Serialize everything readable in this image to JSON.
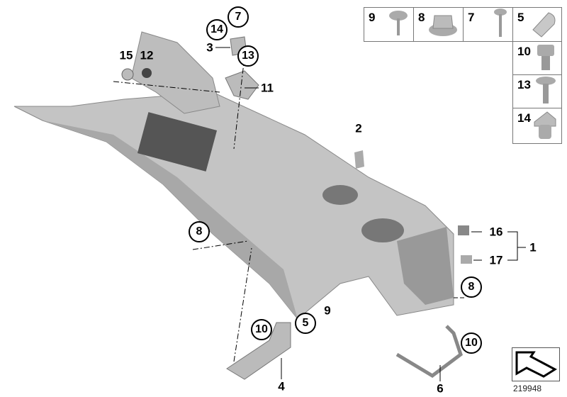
{
  "diagram_id": "219948",
  "parts_legend": [
    {
      "number": "9",
      "icon": "screw-washer-icon"
    },
    {
      "number": "8",
      "icon": "hex-nut-flange-icon"
    },
    {
      "number": "7",
      "icon": "hex-screw-icon"
    },
    {
      "number": "5",
      "icon": "clip-icon"
    },
    {
      "number": "10",
      "icon": "hex-bolt-icon"
    },
    {
      "number": "13",
      "icon": "torx-screw-icon"
    },
    {
      "number": "14",
      "icon": "expanding-nut-icon"
    }
  ],
  "callouts": {
    "c7": "7",
    "c14": "14",
    "c13": "13",
    "c3": "3",
    "c11": "11",
    "c15": "15",
    "c12": "12",
    "c2": "2",
    "c8a": "8",
    "c16": "16",
    "c17": "17",
    "c1": "1",
    "c8b": "8",
    "c10a": "10",
    "c5": "5",
    "c9": "9",
    "c4": "4",
    "c6": "6",
    "c10b": "10"
  },
  "colors": {
    "part_gray": "#b9b9b9",
    "part_dark": "#8a8a8a"
  }
}
